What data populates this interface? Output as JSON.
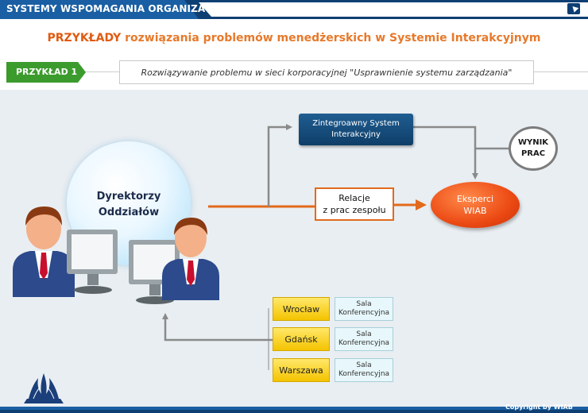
{
  "header": {
    "title": "SYSTEMY WSPOMAGANIA ORGANIZACJI"
  },
  "page": {
    "title_lead": "PRZYKŁADY",
    "title_rest": " rozwiązania problemów menedżerskich w Systemie Interakcyjnym"
  },
  "example": {
    "badge": "PRZYKŁAD 1",
    "subtitle": "Rozwiązywanie problemu w sieci korporacyjnej \"Usprawnienie systemu zarządzania\""
  },
  "diagram": {
    "directors": {
      "line1": "Dyrektorzy",
      "line2": "Oddziałów"
    },
    "system": {
      "line1": "Zintegroawny System",
      "line2": "Interakcyjny"
    },
    "relations": {
      "line1": "Relacje",
      "line2": "z prac zespołu"
    },
    "experts": {
      "line1": "Eksperci",
      "line2": "WIAB"
    },
    "result": {
      "line1": "WYNIK",
      "line2": "PRAC"
    },
    "locations": [
      {
        "city": "Wrocław",
        "room_line1": "Sala",
        "room_line2": "Konferencyjna"
      },
      {
        "city": "Gdańsk",
        "room_line1": "Sala",
        "room_line2": "Konferencyjna"
      },
      {
        "city": "Warszawa",
        "room_line1": "Sala",
        "room_line2": "Konferencyjna"
      }
    ]
  },
  "footer": {
    "copyright": "Copyright by WIAB"
  },
  "colors": {
    "header_blue": "#1a5fa3",
    "header_dark": "#0e3f73",
    "title_orange": "#e7792a",
    "badge_green": "#3c9b2d",
    "accent_orange": "#e26a1c",
    "connector_gray": "#8a8a8a",
    "city_yellow": "#f4c300",
    "expert_red": "#ec4a14"
  },
  "icons": [
    "corner-arrow-icon",
    "person-icon",
    "monitor-icon",
    "wiab-logo"
  ]
}
